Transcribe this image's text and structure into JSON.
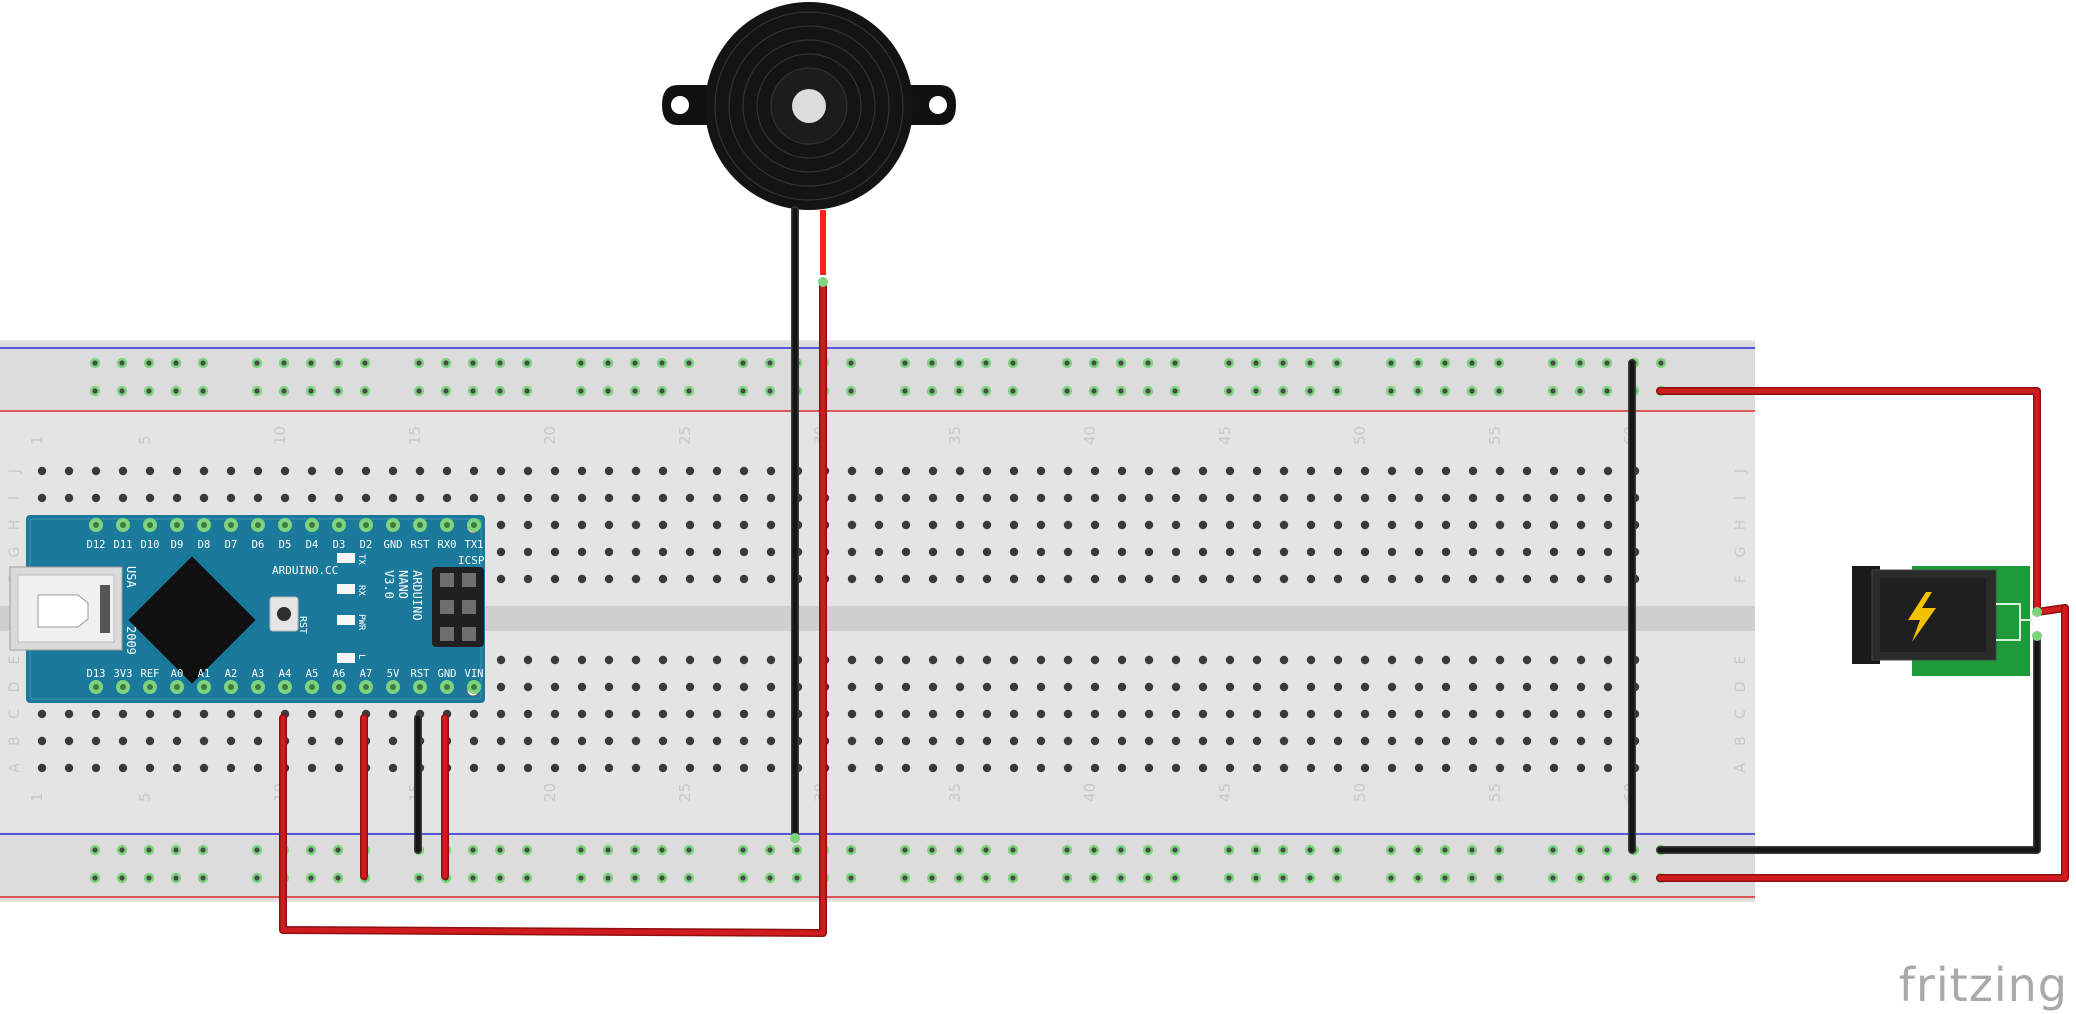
{
  "watermark": "fritzing",
  "breadboard": {
    "column_count": 60,
    "column_numbers": [
      "1",
      "5",
      "10",
      "15",
      "20",
      "25",
      "30",
      "35",
      "40",
      "45",
      "50",
      "55",
      "60"
    ],
    "rows_top": [
      "J",
      "I",
      "H",
      "G",
      "F"
    ],
    "rows_bottom": [
      "E",
      "D",
      "C",
      "B",
      "A"
    ]
  },
  "arduino": {
    "top_pins": [
      "D12",
      "D11",
      "D10",
      "D9",
      "D8",
      "D7",
      "D6",
      "D5",
      "D4",
      "D3",
      "D2",
      "GND",
      "RST",
      "RX0",
      "TX1"
    ],
    "bottom_pins": [
      "D13",
      "3V3",
      "REF",
      "A0",
      "A1",
      "A2",
      "A3",
      "A4",
      "A5",
      "A6",
      "A7",
      "5V",
      "RST",
      "GND",
      "VIN"
    ],
    "brand": "ARDUINO.CC",
    "model_lines": [
      "ARDUINO",
      "NANO",
      "V3.0"
    ],
    "origin_lines": [
      "USA",
      "2009"
    ],
    "icsp_label": "ICSP",
    "reset_label": "RST",
    "led_labels": [
      "TX",
      "RX",
      "PWR",
      "L"
    ]
  },
  "colors": {
    "board_teal": "#1b7a9c",
    "wire_red": "#c9181b",
    "wire_black": "#262626",
    "rail_blue": "#2b2bd8",
    "rail_red": "#d82b2b",
    "pin_green": "#7ed37e",
    "jack_board_green": "#1f9a3a",
    "bolt_yellow": "#f2c200"
  },
  "components": [
    "breadboard",
    "arduino-nano",
    "piezo-buzzer",
    "dc-barrel-jack"
  ]
}
